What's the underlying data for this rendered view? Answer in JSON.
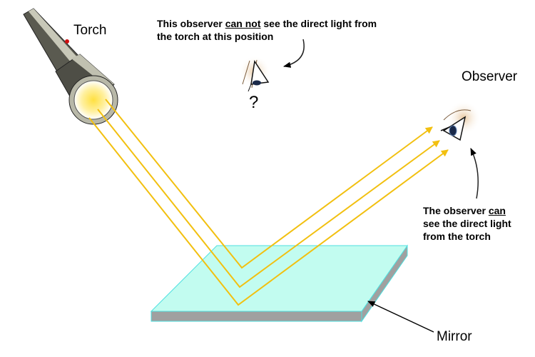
{
  "labels": {
    "torch": "Torch",
    "observer": "Observer",
    "mirror": "Mirror",
    "question": "?"
  },
  "notes": {
    "top": {
      "pre": "This observer ",
      "emph": "can not",
      "post": " see the direct light from",
      "line2": "the torch at this position"
    },
    "right": {
      "pre": "The observer ",
      "emph": "can",
      "line2": "see the direct light",
      "line3": "from the torch"
    }
  },
  "colors": {
    "ray": "#f2c010",
    "mirror_top": "#c2fcf0",
    "mirror_edge": "#a0a0a0",
    "mirror_outline": "#4fe0e0"
  }
}
